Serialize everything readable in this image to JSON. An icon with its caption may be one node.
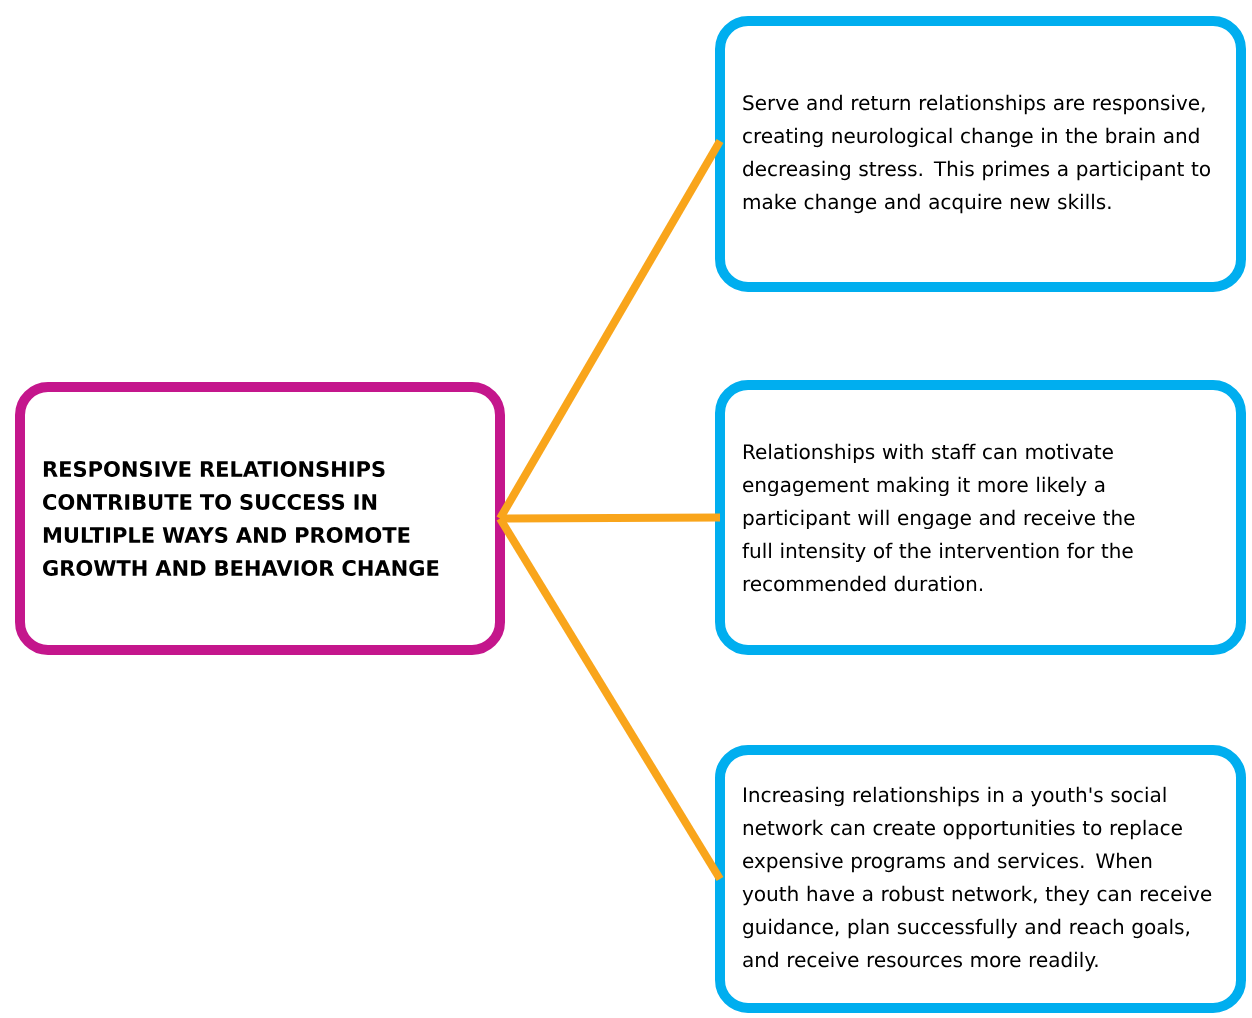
{
  "diagram": {
    "nodes": [
      {
        "text": [
          "RESPONSIVE RELATIONSHIPS CONTRIBUTE TO SUCCESS IN MULTIPLE WAYS AND PROMOTE GROWTH AND BEHAVIOR CHANGE"
        ]
      },
      {
        "text": [
          "Serve and return relationships are responsive, creating neurological change in the brain and decreasing stress. This primes a participant to make change and acquire new skills."
        ]
      },
      {
        "text": [
          "Relationships with staff can motivate engagement making it more likely a participant will engage and receive the full intensity of the intervention for the recommended duration."
        ]
      },
      {
        "text": [
          "Increasing relationships in a youth's social network can create opportunities to replace expensive programs and services. When youth have a robust network, they can receive guidance, plan successfully and reach goals, and receive resources more readily."
        ]
      }
    ],
    "edges": [
      {
        "from": 0,
        "to": 1,
        "arrow": "none"
      },
      {
        "from": 0,
        "to": 2,
        "arrow": "none"
      },
      {
        "from": 0,
        "to": 3,
        "arrow": "none"
      }
    ]
  }
}
